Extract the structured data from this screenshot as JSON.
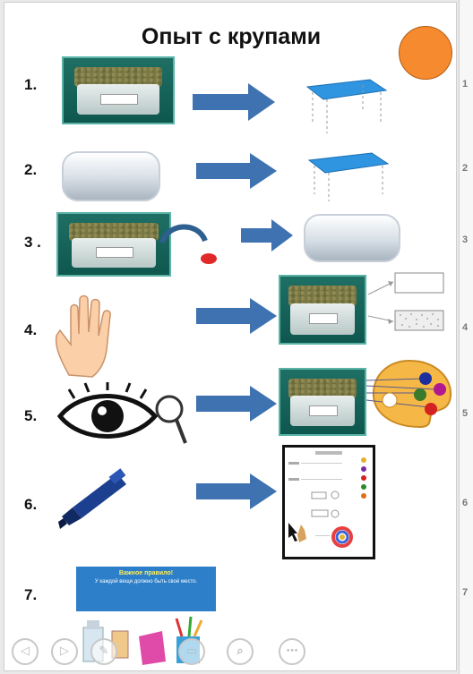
{
  "title": "Опыт с крупами",
  "colors": {
    "accent_circle": "#f58a2e",
    "arrow": "#3f72b0",
    "table": "#2f95e0"
  },
  "steps": [
    {
      "number": "1."
    },
    {
      "number": "2."
    },
    {
      "number": "3 ."
    },
    {
      "number": "4."
    },
    {
      "number": "5."
    },
    {
      "number": "6."
    },
    {
      "number": "7."
    }
  ],
  "rule_card": {
    "title": "Важное правило!",
    "text": "У каждой вещи должно быть своё место."
  },
  "sidebar_numbers": [
    "1",
    "2",
    "3",
    "4",
    "5",
    "6",
    "7"
  ],
  "toolbar": [
    "◁",
    "▷",
    "✎",
    "▭",
    "⌕",
    "⋯"
  ]
}
